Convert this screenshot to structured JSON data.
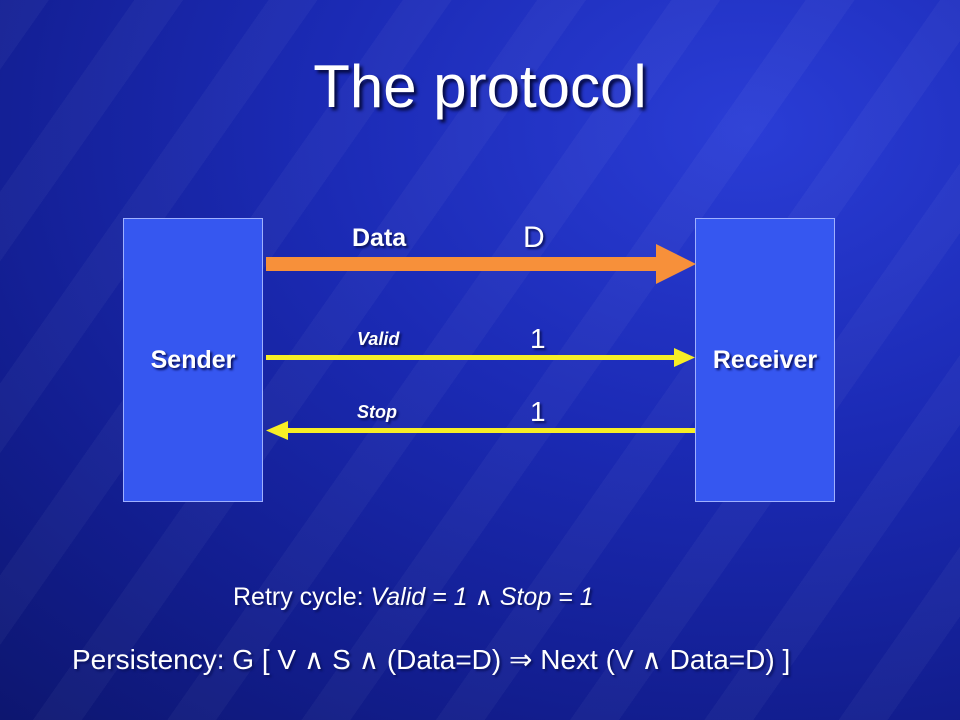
{
  "slide": {
    "title": "The protocol"
  },
  "diagram": {
    "sender_label": "Sender",
    "receiver_label": "Receiver",
    "signals": [
      {
        "label": "Data",
        "value": "D",
        "direction": "sender-to-receiver",
        "color": "#f7903a"
      },
      {
        "label": "Valid",
        "value": "1",
        "direction": "sender-to-receiver",
        "color": "#f7ee26"
      },
      {
        "label": "Stop",
        "value": "1",
        "direction": "receiver-to-sender",
        "color": "#f7ee26"
      }
    ]
  },
  "retry": {
    "prefix": "Retry cycle: ",
    "condition_a": "Valid = 1",
    "operator": " ∧ ",
    "condition_b": "Stop = 1"
  },
  "persistency": {
    "text": "Persistency:  G [ V ∧ S ∧ (Data=D) ⇒ Next (V ∧ Data=D) ]"
  },
  "colors": {
    "box_fill": "#3657f0",
    "background": "#1b2ab4"
  }
}
